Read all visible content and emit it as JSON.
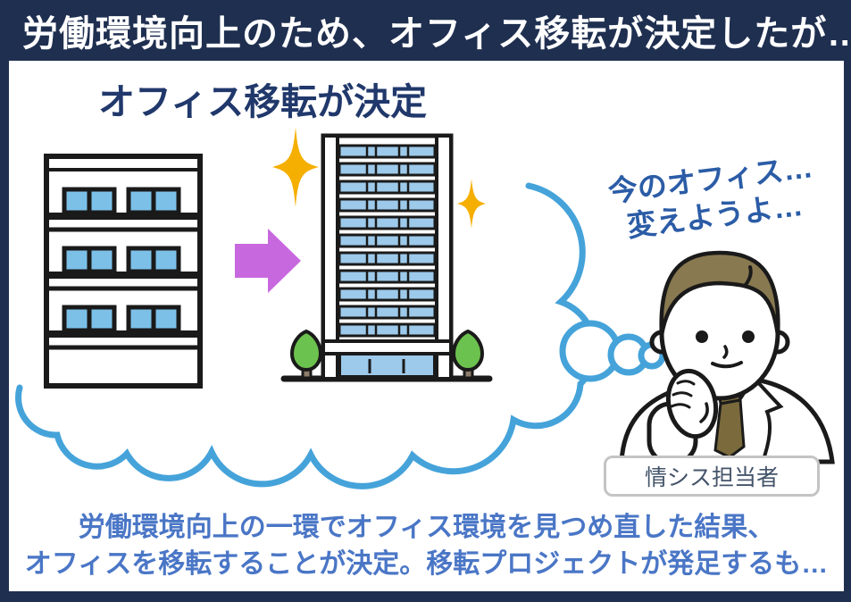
{
  "banner": {
    "title": "労働環境向上のため、オフィス移転が決定したが…"
  },
  "main": {
    "heading": "オフィス移転が決定",
    "thought_bubble": {
      "line1": "今のオフィス…",
      "line2": "変えようよ…"
    },
    "person_label": "情シス担当者",
    "caption": {
      "line1": "労働環境向上の一環でオフィス環境を見つめ直した結果、",
      "line2": "オフィスを移転することが決定。移転プロジェクトが発足するも…"
    }
  },
  "icons": [
    "old-office-building-icon",
    "transition-arrow-icon",
    "new-office-building-icon",
    "tree-icon",
    "sparkle-icon",
    "thought-cloud-icon",
    "it-staff-illustration"
  ],
  "colors": {
    "frame_navy": "#1f2f50",
    "heading_blue": "#20386b",
    "thought_text_blue": "#2b5ca6",
    "caption_blue": "#4a76c6",
    "cloud_blue": "#45a3da",
    "arrow_purple": "#c868df",
    "sparkle_gold": "#f5af00",
    "window_blue": "#7cc0e8",
    "highrise_window_blue": "#9dc9ea",
    "tree_green": "#6cc24e",
    "hair_olive": "#897950",
    "tie_olive": "#7a6a3c",
    "outline_black": "#1a1a1a",
    "label_border_gray": "#c4c4c4",
    "label_text_slate": "#44546a"
  }
}
